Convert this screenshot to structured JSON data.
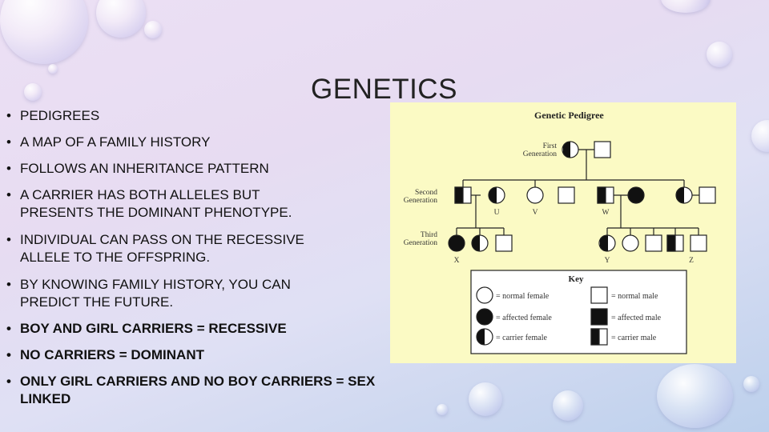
{
  "slide": {
    "title": "GENETICS",
    "bullets": [
      {
        "text": "PEDIGREES",
        "bold": false
      },
      {
        "text": "A MAP OF A FAMILY HISTORY",
        "bold": false
      },
      {
        "text": "FOLLOWS AN INHERITANCE PATTERN",
        "bold": false
      },
      {
        "text": "A CARRIER HAS BOTH ALLELES BUT PRESENTS THE DOMINANT PHENOTYPE.",
        "bold": false
      },
      {
        "text": "INDIVIDUAL CAN PASS ON THE RECESSIVE ALLELE TO THE OFFSPRING.",
        "bold": false
      },
      {
        "text": "BY KNOWING FAMILY HISTORY, YOU CAN PREDICT THE FUTURE.",
        "bold": false
      },
      {
        "text": "BOY AND GIRL CARRIERS = RECESSIVE",
        "bold": true
      },
      {
        "text": "NO CARRIERS = DOMINANT",
        "bold": true
      },
      {
        "text": "ONLY GIRL CARRIERS AND NO BOY CARRIERS = SEX LINKED",
        "bold": true
      }
    ]
  },
  "pedigree": {
    "title": "Genetic Pedigree",
    "generation_labels": {
      "first_line1": "First",
      "first_line2": "Generation",
      "second_line1": "Second",
      "second_line2": "Generation",
      "third_line1": "Third",
      "third_line2": "Generation"
    },
    "individual_labels": {
      "u": "U",
      "v": "V",
      "w": "W",
      "x": "X",
      "y": "Y",
      "z": "Z"
    },
    "key": {
      "title": "Key",
      "normal_female": "= normal female",
      "affected_female": "= affected female",
      "carrier_female": "= carrier female",
      "normal_male": "= normal male",
      "affected_male": "= affected male",
      "carrier_male": "= carrier male"
    }
  }
}
